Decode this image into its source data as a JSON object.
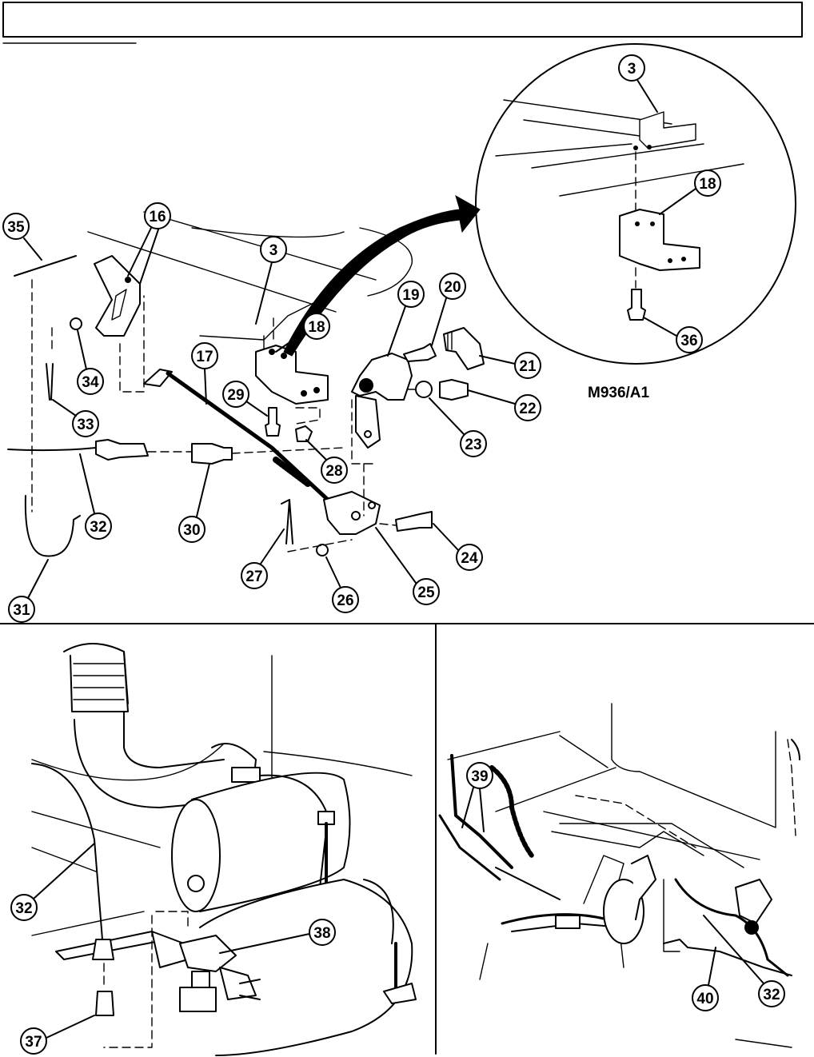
{
  "header": {
    "title": ""
  },
  "inset": {
    "model_label": "M936/A1"
  },
  "callouts": {
    "c3": "3",
    "c3b": "3",
    "c16": "16",
    "c17": "17",
    "c18": "18",
    "c18b": "18",
    "c19": "19",
    "c20": "20",
    "c21": "21",
    "c22": "22",
    "c23": "23",
    "c24": "24",
    "c25": "25",
    "c26": "26",
    "c27": "27",
    "c28": "28",
    "c29": "29",
    "c30": "30",
    "c31": "31",
    "c32": "32",
    "c32b": "32",
    "c32c": "32",
    "c33": "33",
    "c34": "34",
    "c35": "35",
    "c36": "36",
    "c37": "37",
    "c38": "38",
    "c39": "39",
    "c40": "40"
  }
}
